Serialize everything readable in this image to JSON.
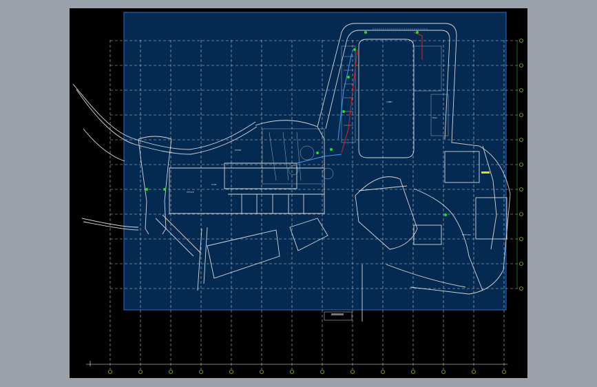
{
  "colors": {
    "chrome": "#9aa1ab",
    "viewport": "#000000",
    "selection_fill": "#042a52",
    "selection_border": "#2a6fd0",
    "gridline": "#c8c8c8",
    "bubble": "#e8e000",
    "wall": "#d8d8d8",
    "accent_green": "#19e619",
    "accent_red": "#e02020",
    "accent_blue": "#3aa0ff"
  },
  "drawing": {
    "room_labels": [
      "EXHIB",
      "STOR",
      "OFFICE",
      "LOBBY",
      "HALL",
      "MEETING"
    ]
  },
  "icons": [
    "grid-bubble-icon",
    "north-arrow-icon"
  ]
}
